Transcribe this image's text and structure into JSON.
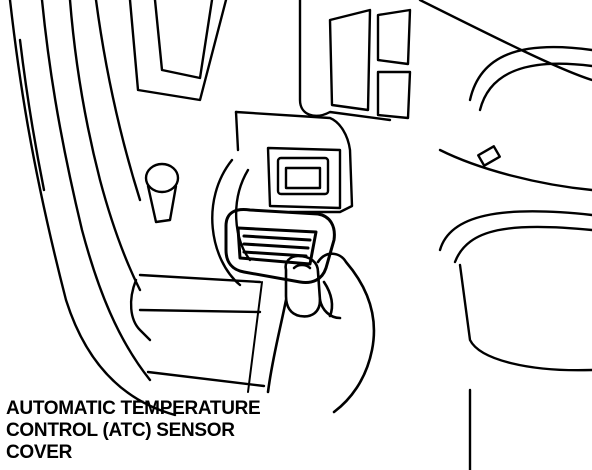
{
  "figure": {
    "callout": {
      "lines": [
        "AUTOMATIC TEMPERATURE",
        "CONTROL (ATC) SENSOR",
        "COVER"
      ]
    },
    "colors": {
      "ink": "#000000",
      "paper": "#ffffff"
    },
    "icons": [
      "atc-sensor-cover-icon",
      "hand-icon",
      "leader-line"
    ]
  }
}
